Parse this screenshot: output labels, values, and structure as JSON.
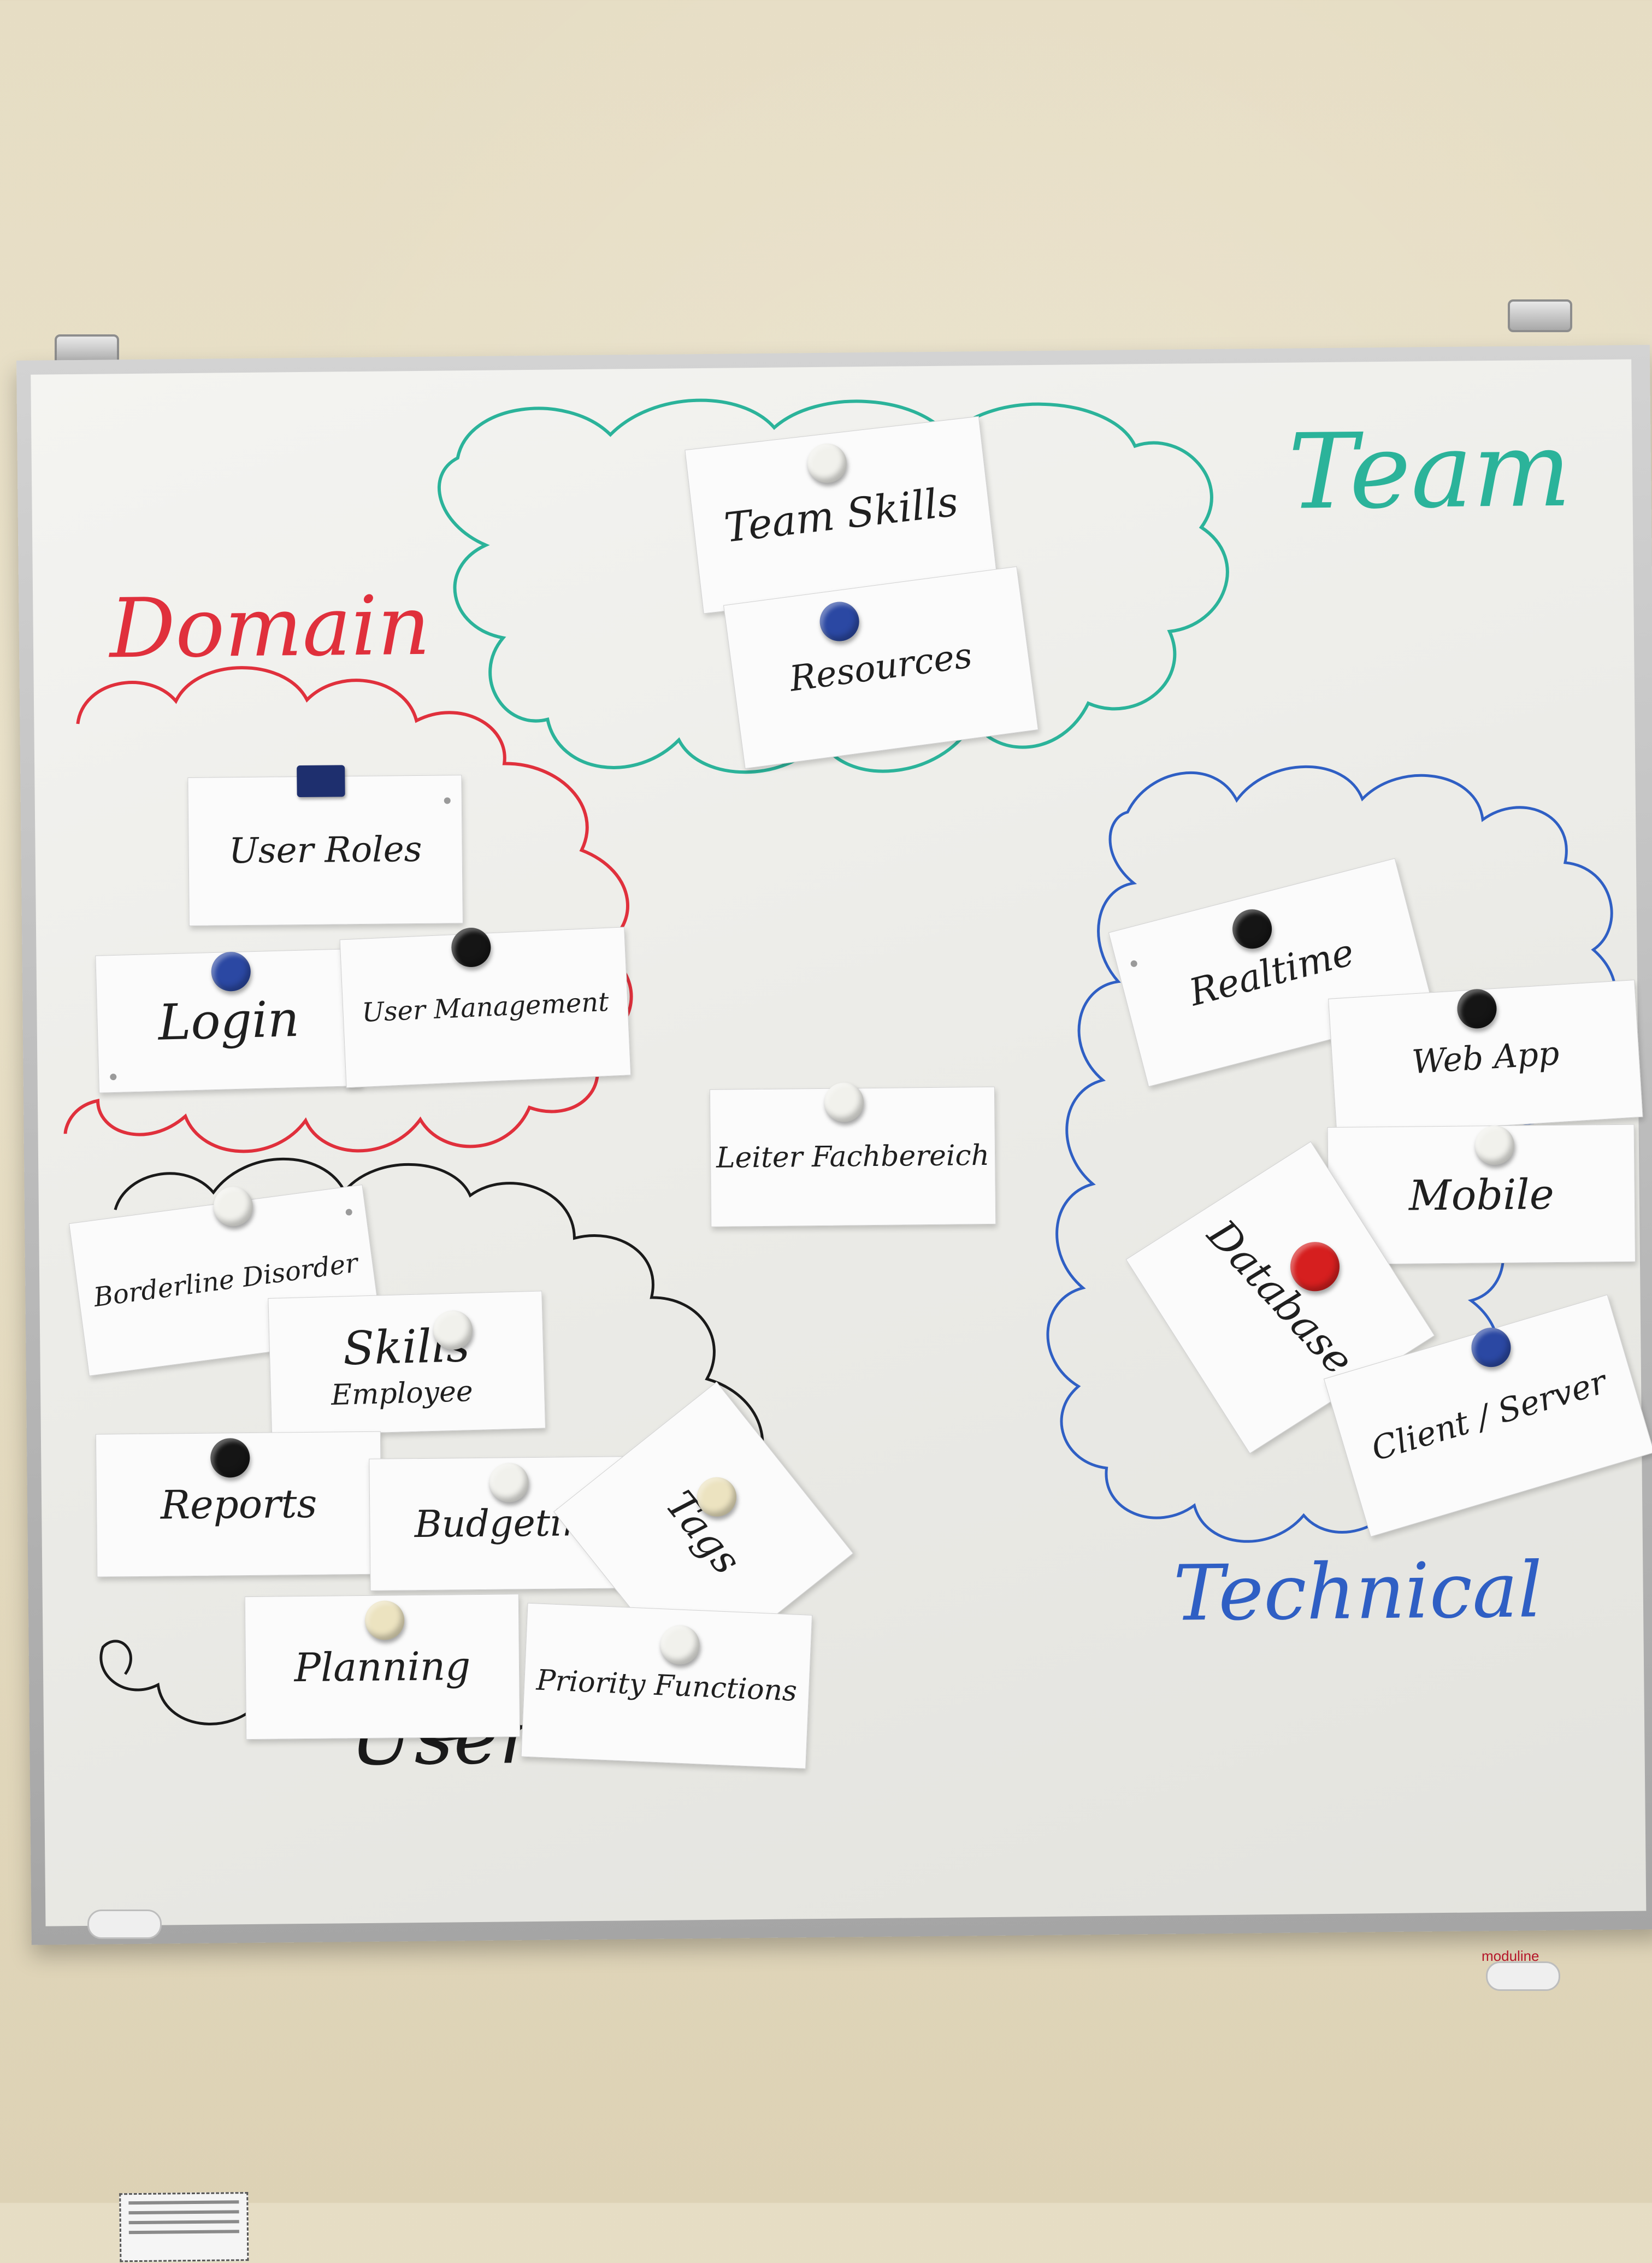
{
  "headings": {
    "team": "Team",
    "domain": "Domain",
    "technical": "Technical",
    "user": "User"
  },
  "cards": {
    "team_skills": "Team Skills",
    "resources": "Resources",
    "user_roles": "User Roles",
    "login": "Login",
    "user_management": "User Management",
    "leiter_fachbereich": "Leiter Fachbereich",
    "borderline_disorder": "Borderline Disorder",
    "skills": "Skills",
    "skills_sub": "Employee",
    "reports": "Reports",
    "budgeting": "Budgeting",
    "tags": "Tags",
    "planning": "Planning",
    "priority_functions": "Priority Functions",
    "realtime": "Realtime",
    "web_app": "Web App",
    "mobile": "Mobile",
    "database": "Database",
    "client_server": "Client / Server"
  },
  "brand": "moduline",
  "colors": {
    "team": "#2bb39a",
    "domain": "#e0303c",
    "technical": "#2f5fc4",
    "user": "#1a1a1a"
  }
}
